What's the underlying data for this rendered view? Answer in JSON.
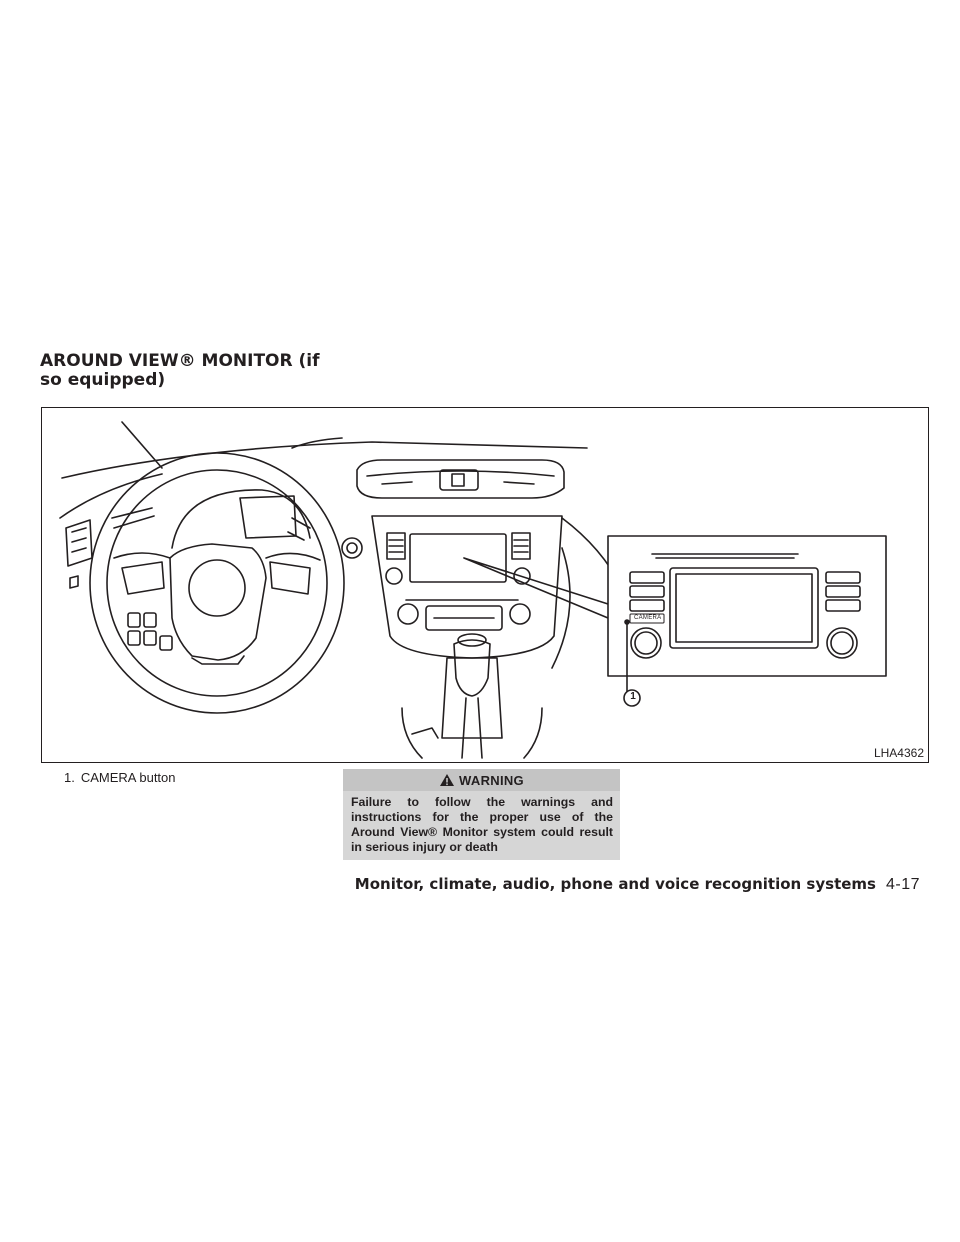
{
  "section": {
    "title": "AROUND VIEW® MONITOR (if so equipped)"
  },
  "figure": {
    "code": "LHA4362",
    "callout_number": "1",
    "camera_label": "CAMERA"
  },
  "caption": {
    "number": "1.",
    "text": "CAMERA button"
  },
  "warning": {
    "title": "WARNING",
    "text": "Failure to follow the warnings and instructions for the proper use of the Around View® Monitor system could result in serious injury or death"
  },
  "footer": {
    "chapter_title": "Monitor, climate, audio, phone and voice recognition systems",
    "page_number": "4-17"
  },
  "colors": {
    "ink": "#231f20",
    "warning_background": "#d6d6d6",
    "warning_header": "#c4c4c4"
  }
}
